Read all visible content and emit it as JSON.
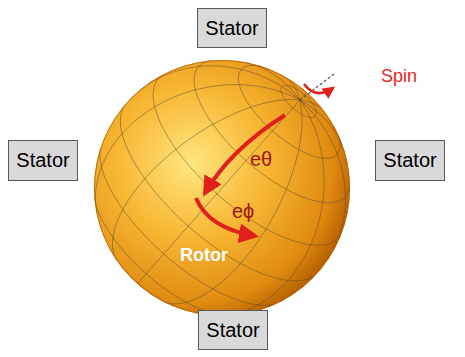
{
  "diagram": {
    "nodes": [
      {
        "text": [
          "Stator"
        ]
      },
      {
        "text": [
          "Stator"
        ]
      },
      {
        "text": [
          "Rotor"
        ]
      },
      {
        "text": [
          "Stator"
        ]
      },
      {
        "text": [
          "Stator"
        ]
      }
    ],
    "labels": [
      "Spin",
      "eθ",
      "eϕ"
    ]
  }
}
